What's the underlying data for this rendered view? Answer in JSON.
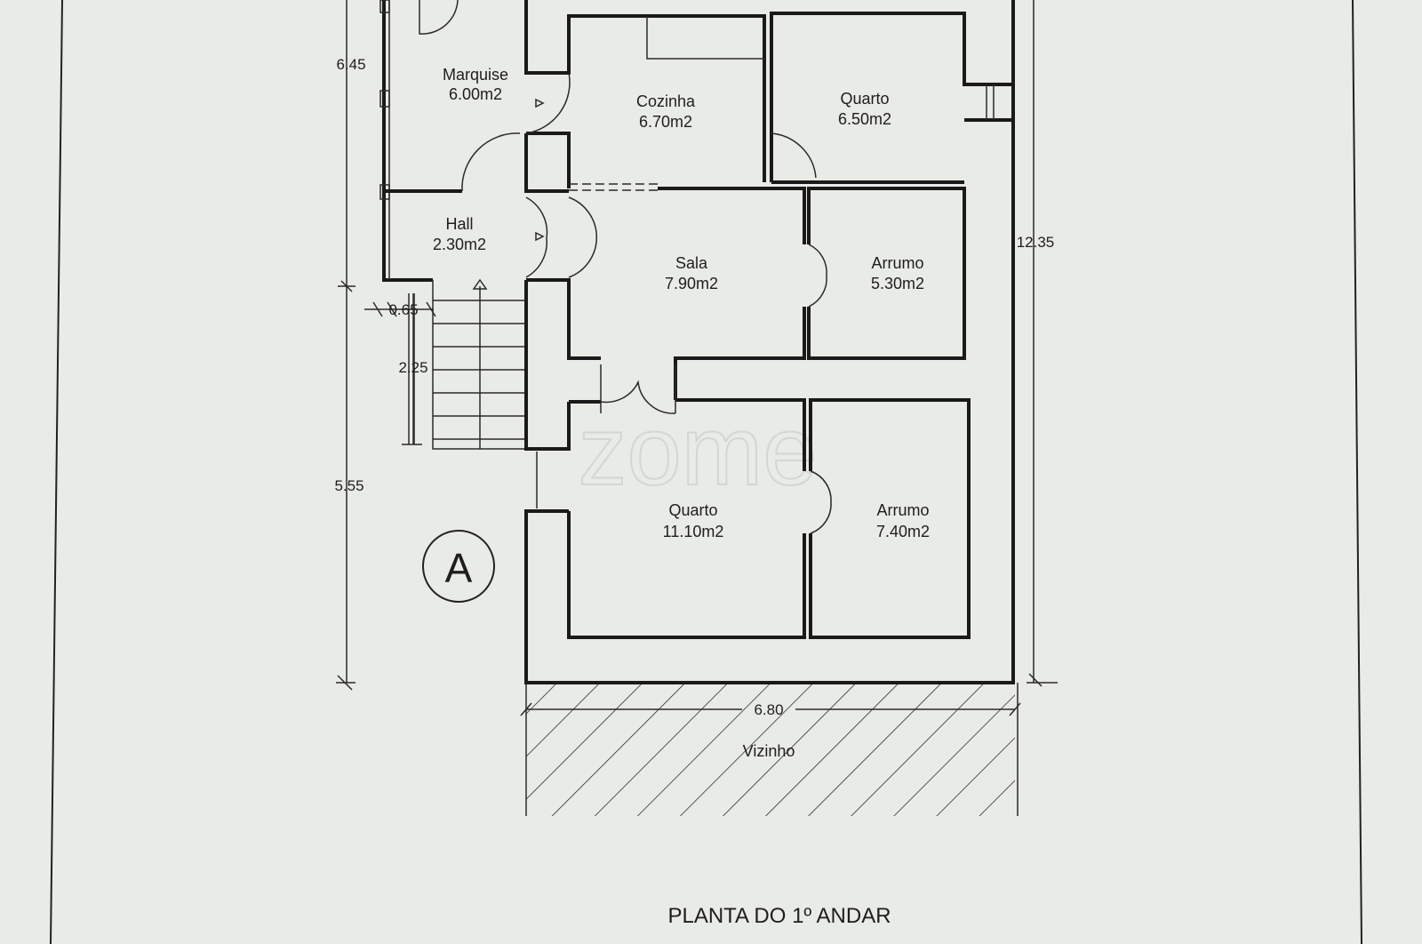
{
  "drawing": {
    "title": "PLANTA DO 1º ANDAR",
    "section_marker": "A",
    "watermark": "zome",
    "rooms": [
      {
        "name": "Marquise",
        "area": "6.00m2"
      },
      {
        "name": "Cozinha",
        "area": "6.70m2"
      },
      {
        "name": "Quarto",
        "area": "6.50m2"
      },
      {
        "name": "Hall",
        "area": "2.30m2"
      },
      {
        "name": "Sala",
        "area": "7.90m2"
      },
      {
        "name": "Arrumo",
        "area": "5.30m2"
      },
      {
        "name": "Quarto",
        "area": "11.10m2"
      },
      {
        "name": "Arrumo",
        "area": "7.40m2"
      }
    ],
    "neighbor_label": "Vizinho",
    "dimensions": {
      "left_top": "6.45",
      "stair_gap": "0.65",
      "stair_length": "2.25",
      "left_bottom": "5.55",
      "right": "12.35",
      "bottom": "6.80"
    }
  }
}
